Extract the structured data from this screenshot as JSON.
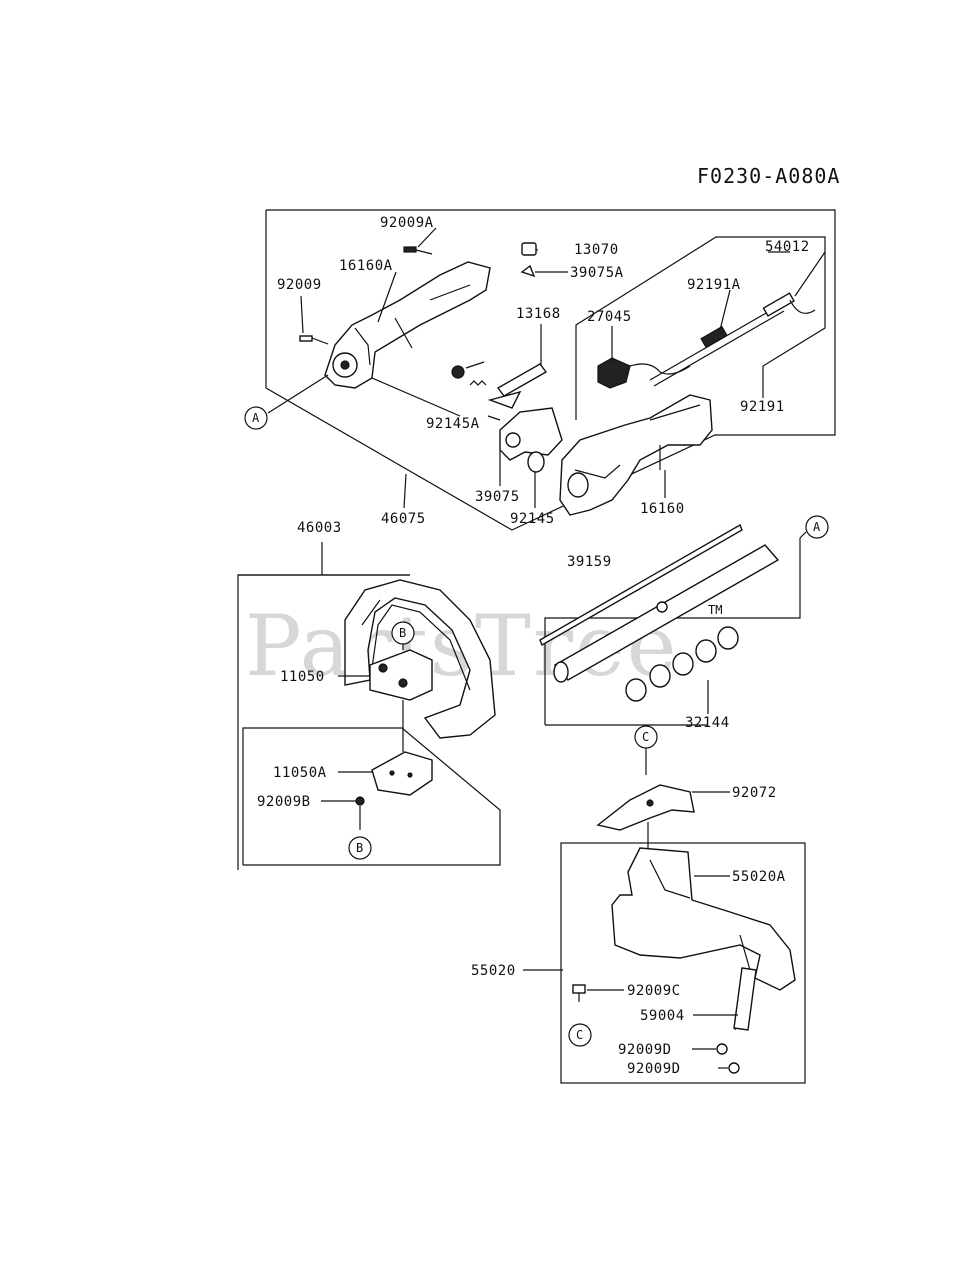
{
  "diagram_code": "F0230-A080A",
  "watermark": "PartsTree",
  "watermark_tm": "TM",
  "ref_markers": {
    "a": "A",
    "b": "B",
    "c": "C"
  },
  "labels": {
    "p92009A": "92009A",
    "p13070": "13070",
    "p16160A": "16160A",
    "p39075A": "39075A",
    "p54012": "54012",
    "p92009": "92009",
    "p92191A": "92191A",
    "p13168": "13168",
    "p27045": "27045",
    "p92145A": "92145A",
    "p92191": "92191",
    "p39075": "39075",
    "p46075": "46075",
    "p92145": "92145",
    "p16160": "16160",
    "p46003": "46003",
    "p39159": "39159",
    "p11050": "11050",
    "p32144": "32144",
    "p11050A": "11050A",
    "p92009B": "92009B",
    "p92072": "92072",
    "p55020A": "55020A",
    "p55020": "55020",
    "p92009C": "92009C",
    "p59004": "59004",
    "p92009D_1": "92009D",
    "p92009D_2": "92009D"
  }
}
